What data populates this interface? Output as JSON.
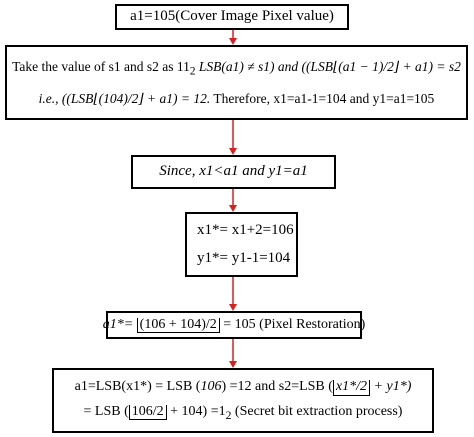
{
  "colors": {
    "arrow": "#d91f1f",
    "border": "#000000"
  },
  "box1": {
    "text": "a1=105(Cover Image Pixel value)"
  },
  "box2": {
    "line1_prefix": "Take the value of s1 and s2 as 11",
    "line1_sub": "2",
    "line1_expr": "LSB(a1) ≠ s1) and ((LSB⌊(a1 − 1)/2⌋ + a1) = s2",
    "line2_expr": "i.e., ((LSB⌊(104)/2⌋ + a1) = 12.",
    "line2_text": "Therefore, x1=a1-1=104 and y1=a1=105"
  },
  "box3": {
    "text": "Since, x1<a1 and y1=a1"
  },
  "box4": {
    "line1": "x1*= x1+2=106",
    "line2": "y1*= y1-1=104"
  },
  "box5": {
    "prefix": "a1*=",
    "floor": "(106 + 104)/2",
    "suffix": "= 105 (Pixel Restoration)"
  },
  "box6": {
    "line1_prefix": "a1=LSB(x1*) = LSB (",
    "line1_italic": "106",
    "line1_mid": ") =12 and s2=LSB (",
    "line1_floor": "x1*/2",
    "line1_end": "+ y1*)",
    "line2_prefix": "= LSB (",
    "line2_floor": "106/2",
    "line2_mid": "+ 104) =1",
    "line2_sub": "2",
    "line2_suffix": "(Secret bit extraction process)"
  }
}
